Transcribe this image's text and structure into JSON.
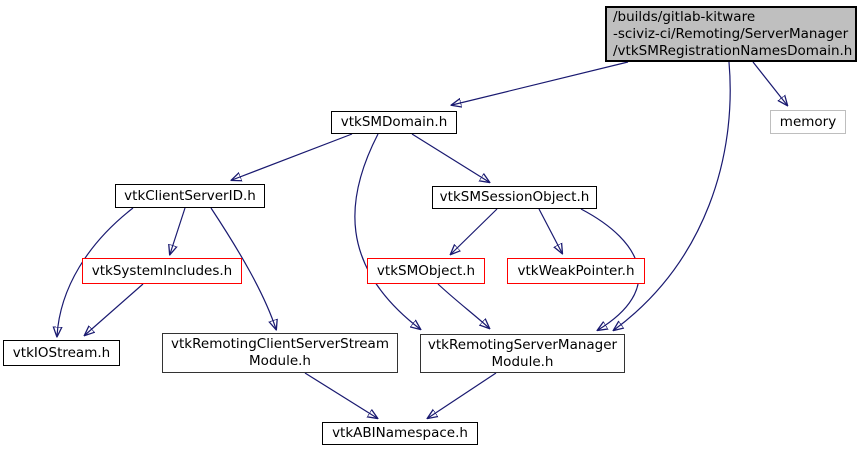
{
  "diagram": {
    "kind": "include-dependency-graph",
    "colors": {
      "edge": "#191970",
      "node_border": "#000000",
      "node_fill": "#ffffff",
      "current_node_fill": "#bfbfbf",
      "truncated_node_border": "#ff0000",
      "external_node_border": "#bebebe",
      "text": "#000000",
      "background": "#ffffff"
    },
    "nodes": [
      {
        "id": "main",
        "label": "/builds/gitlab-kitware\n-sciviz-ci/Remoting/ServerManager\n/vtkSMRegistrationNamesDomain.h",
        "style": "current"
      },
      {
        "id": "memory",
        "label": "memory",
        "style": "external"
      },
      {
        "id": "vtkSMDomain",
        "label": "vtkSMDomain.h",
        "style": "normal"
      },
      {
        "id": "vtkClientServerID",
        "label": "vtkClientServerID.h",
        "style": "normal"
      },
      {
        "id": "vtkSMSessionObject",
        "label": "vtkSMSessionObject.h",
        "style": "normal"
      },
      {
        "id": "vtkSystemIncludes",
        "label": "vtkSystemIncludes.h",
        "style": "truncated"
      },
      {
        "id": "vtkSMObject",
        "label": "vtkSMObject.h",
        "style": "truncated"
      },
      {
        "id": "vtkWeakPointer",
        "label": "vtkWeakPointer.h",
        "style": "truncated"
      },
      {
        "id": "vtkIOStream",
        "label": "vtkIOStream.h",
        "style": "normal"
      },
      {
        "id": "vtkRemotingClientServerStreamModule",
        "label": "vtkRemotingClientServerStream\nModule.h",
        "style": "normal"
      },
      {
        "id": "vtkRemotingServerManagerModule",
        "label": "vtkRemotingServerManager\nModule.h",
        "style": "normal"
      },
      {
        "id": "vtkABINamespace",
        "label": "vtkABINamespace.h",
        "style": "normal"
      }
    ],
    "edges": [
      {
        "from": "main",
        "to": "vtkSMDomain"
      },
      {
        "from": "main",
        "to": "memory"
      },
      {
        "from": "main",
        "to": "vtkRemotingServerManagerModule"
      },
      {
        "from": "vtkSMDomain",
        "to": "vtkClientServerID"
      },
      {
        "from": "vtkSMDomain",
        "to": "vtkSMSessionObject"
      },
      {
        "from": "vtkSMDomain",
        "to": "vtkRemotingServerManagerModule"
      },
      {
        "from": "vtkClientServerID",
        "to": "vtkIOStream"
      },
      {
        "from": "vtkClientServerID",
        "to": "vtkSystemIncludes"
      },
      {
        "from": "vtkClientServerID",
        "to": "vtkRemotingClientServerStreamModule"
      },
      {
        "from": "vtkSystemIncludes",
        "to": "vtkIOStream"
      },
      {
        "from": "vtkSMSessionObject",
        "to": "vtkSMObject"
      },
      {
        "from": "vtkSMSessionObject",
        "to": "vtkWeakPointer"
      },
      {
        "from": "vtkSMSessionObject",
        "to": "vtkRemotingServerManagerModule"
      },
      {
        "from": "vtkSMObject",
        "to": "vtkRemotingServerManagerModule"
      },
      {
        "from": "vtkRemotingClientServerStreamModule",
        "to": "vtkABINamespace"
      },
      {
        "from": "vtkRemotingServerManagerModule",
        "to": "vtkABINamespace"
      }
    ]
  }
}
